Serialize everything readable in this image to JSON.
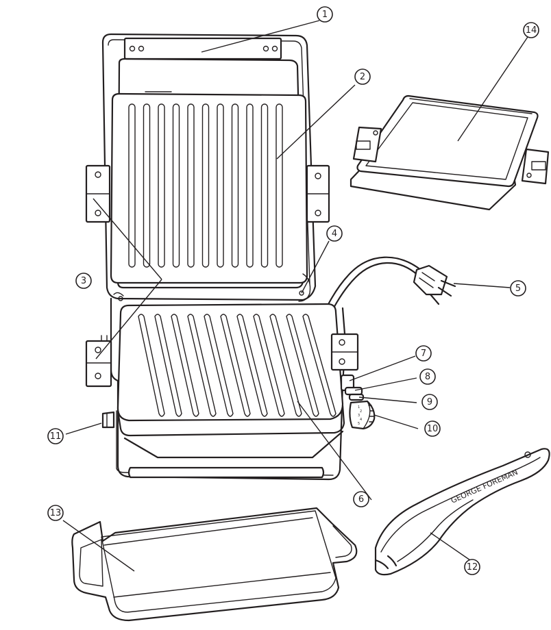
{
  "callouts": [
    {
      "id": "1",
      "label": "①"
    },
    {
      "id": "2",
      "label": "②"
    },
    {
      "id": "3",
      "label": "③"
    },
    {
      "id": "4",
      "label": "④"
    },
    {
      "id": "5",
      "label": "⑤"
    },
    {
      "id": "6",
      "label": "⑥"
    },
    {
      "id": "7",
      "label": "⑦"
    },
    {
      "id": "8",
      "label": "⑧"
    },
    {
      "id": "9",
      "label": "⑨"
    },
    {
      "id": "10",
      "label": "⑩"
    },
    {
      "id": "11",
      "label": "⑪"
    },
    {
      "id": "12",
      "label": "⑫"
    },
    {
      "id": "13",
      "label": "⑬"
    },
    {
      "id": "14",
      "label": "⑭"
    }
  ],
  "scraper": {
    "brand": "GEORGE FOREMAN"
  },
  "dial": {
    "marks": [
      "1",
      "2",
      "3",
      "4",
      "5"
    ]
  }
}
